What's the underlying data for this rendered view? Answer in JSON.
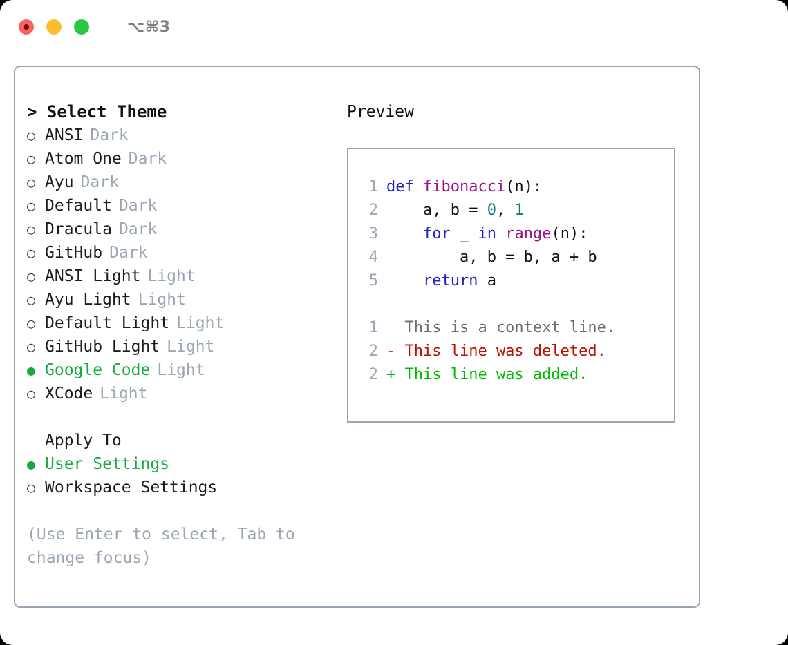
{
  "titlebar": {
    "shortcut": "⌥⌘3",
    "dots": [
      "close-red",
      "minimize-yellow",
      "maximize-green"
    ]
  },
  "left": {
    "header": "> Select Theme",
    "bullet_selected": "●",
    "bullet_unselected": "○",
    "themes": [
      {
        "name": "ANSI",
        "tag": "Dark",
        "selected": false
      },
      {
        "name": "Atom One",
        "tag": "Dark",
        "selected": false
      },
      {
        "name": "Ayu",
        "tag": "Dark",
        "selected": false
      },
      {
        "name": "Default",
        "tag": "Dark",
        "selected": false
      },
      {
        "name": "Dracula",
        "tag": "Dark",
        "selected": false
      },
      {
        "name": "GitHub",
        "tag": "Dark",
        "selected": false
      },
      {
        "name": "ANSI Light",
        "tag": "Light",
        "selected": false
      },
      {
        "name": "Ayu Light",
        "tag": "Light",
        "selected": false
      },
      {
        "name": "Default Light",
        "tag": "Light",
        "selected": false
      },
      {
        "name": "GitHub Light",
        "tag": "Light",
        "selected": false
      },
      {
        "name": "Google Code",
        "tag": "Light",
        "selected": true
      },
      {
        "name": "XCode",
        "tag": "Light",
        "selected": false
      }
    ],
    "apply_to_header": "Apply To",
    "apply_to": [
      {
        "name": "User Settings",
        "selected": true
      },
      {
        "name": "Workspace Settings",
        "selected": false
      }
    ],
    "hint": "(Use Enter to select, Tab to change focus)"
  },
  "right": {
    "header": "Preview",
    "code": [
      {
        "lineno": "1",
        "tokens": [
          {
            "text": "def ",
            "kind": "kw"
          },
          {
            "text": "fibonacci",
            "kind": "fn"
          },
          {
            "text": "(n):",
            "kind": "plain"
          }
        ]
      },
      {
        "lineno": "2",
        "tokens": [
          {
            "text": "    a, b = ",
            "kind": "plain"
          },
          {
            "text": "0",
            "kind": "num"
          },
          {
            "text": ", ",
            "kind": "plain"
          },
          {
            "text": "1",
            "kind": "num"
          }
        ]
      },
      {
        "lineno": "3",
        "tokens": [
          {
            "text": "    ",
            "kind": "plain"
          },
          {
            "text": "for",
            "kind": "kw"
          },
          {
            "text": " _ ",
            "kind": "plain"
          },
          {
            "text": "in",
            "kind": "kw"
          },
          {
            "text": " ",
            "kind": "plain"
          },
          {
            "text": "range",
            "kind": "fn"
          },
          {
            "text": "(n):",
            "kind": "plain"
          }
        ]
      },
      {
        "lineno": "4",
        "tokens": [
          {
            "text": "        a, b = b, a + b",
            "kind": "plain"
          }
        ]
      },
      {
        "lineno": "5",
        "tokens": [
          {
            "text": "    ",
            "kind": "plain"
          },
          {
            "text": "return",
            "kind": "kw"
          },
          {
            "text": " a",
            "kind": "plain"
          }
        ]
      }
    ],
    "diff": [
      {
        "lineno": "1",
        "text": "  This is a context line.",
        "kind": "ctx"
      },
      {
        "lineno": "2",
        "text": "- This line was deleted.",
        "kind": "del"
      },
      {
        "lineno": "2",
        "text": "+ This line was added.",
        "kind": "add"
      }
    ]
  },
  "colors": {
    "panel_border": "#9aa5b4",
    "accent_green": "#17aa3f",
    "tag_gray": "#9ba6b5",
    "keyword_blue": "#2121cc",
    "function_purple": "#a0128c",
    "number_teal": "#0e7b7b",
    "diff_removed": "#bb1100",
    "diff_added": "#00bb00",
    "diff_context": "#6e6e6e"
  }
}
